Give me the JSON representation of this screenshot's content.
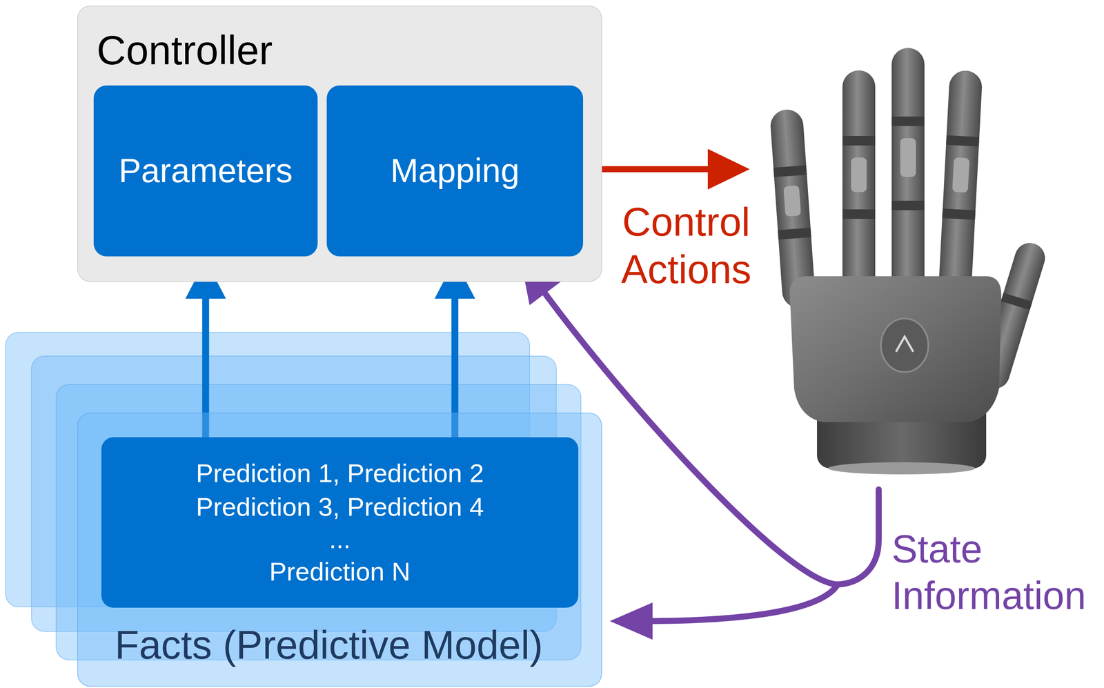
{
  "diagram": {
    "nodes": [
      {
        "text": [
          "Controller"
        ]
      },
      {
        "text": [
          "Parameters"
        ],
        "in": 0
      },
      {
        "text": [
          "Mapping"
        ],
        "in": 0
      },
      {
        "text": [
          "Facts (Predictive Model)"
        ]
      },
      {
        "text": [
          "Prediction 1, Prediction 2",
          "Prediction 3, Prediction 4",
          "...",
          "Prediction N"
        ],
        "in": 3
      }
    ],
    "edges": [
      {
        "from": 4,
        "to": 1,
        "arrow": "to"
      },
      {
        "from": 4,
        "to": 2,
        "arrow": "to"
      }
    ],
    "labels": [
      "Control Actions",
      "State Information"
    ]
  }
}
